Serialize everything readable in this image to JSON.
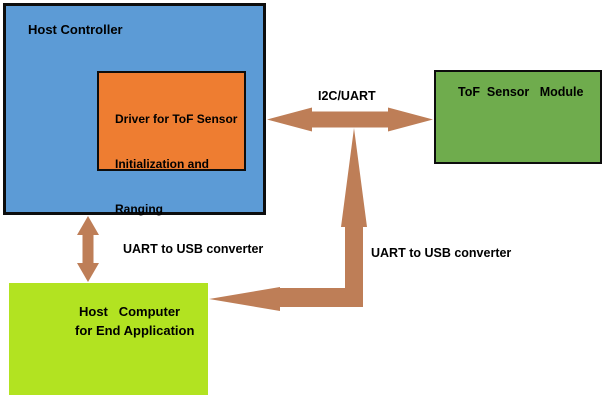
{
  "boxes": {
    "host_controller": {
      "label": "Host Controller",
      "color": "#5C9BD6"
    },
    "driver": {
      "lines": [
        "Driver for ToF Sensor",
        "Initialization and",
        "Ranging"
      ],
      "color": "#EE7D31"
    },
    "tof_sensor_module": {
      "label": "ToF  Sensor   Module",
      "color": "#6FAC4D"
    },
    "host_computer": {
      "lines": [
        "Host   Computer",
        "for End Application"
      ],
      "color": "#B2E321"
    }
  },
  "labels": {
    "bus": "I2C/UART",
    "uart_usb_left": "UART to USB converter",
    "uart_usb_right": "UART to USB converter"
  },
  "colors": {
    "arrow": "#BE7E57",
    "border": "#0d0d0d",
    "text": "#000000",
    "background": "#FFFFFF"
  }
}
